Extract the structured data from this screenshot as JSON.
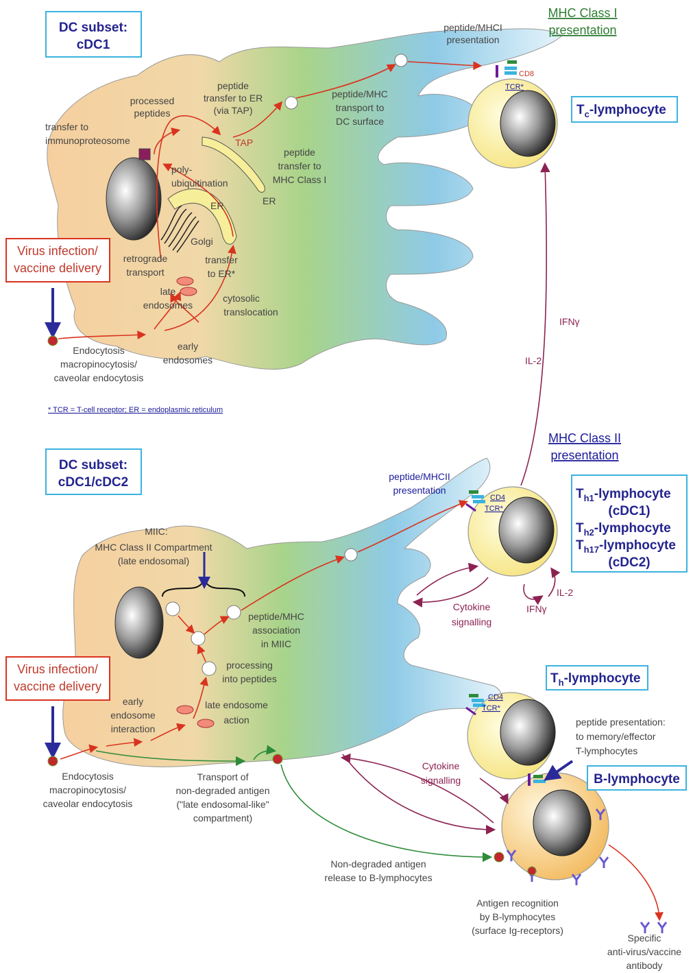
{
  "top": {
    "subset_label": [
      "DC subset:",
      "cDC1"
    ],
    "mhc_title": [
      "MHC Class I",
      "presentation"
    ],
    "infection_box": [
      "Virus infection/",
      "vaccine delivery"
    ],
    "labels": {
      "peptide_mhci_presentation": [
        "peptide/MHCI",
        "presentation"
      ],
      "processed_peptides": [
        "processed",
        "peptides"
      ],
      "peptide_transfer_er": [
        "peptide",
        "transfer to ER",
        "(via TAP)"
      ],
      "peptide_mhc_transport": [
        "peptide/MHC",
        "transport to",
        "DC surface"
      ],
      "transfer_immunoproteosome": [
        "transfer to",
        "immunoproteosome"
      ],
      "tap": "TAP",
      "peptide_transfer_mhc1": [
        "peptide",
        "transfer to",
        "MHC Class I"
      ],
      "er_right": "ER",
      "poly_ubiquitination": [
        "poly-",
        "ubiquitination"
      ],
      "er_inner": "ER",
      "golgi": "Golgi",
      "retrograde": [
        "retrograde",
        "transport"
      ],
      "transfer_er": [
        "transfer",
        "to ER*"
      ],
      "late_endosomes": [
        "late",
        "endosomes"
      ],
      "cytosolic": [
        "cytosolic",
        "translocation"
      ],
      "endocytosis": [
        "Endocytosis",
        "macropinocytosis/",
        "caveolar endocytosis"
      ],
      "early_endosomes": [
        "early",
        "endosomes"
      ]
    },
    "footnote": "* TCR = T-cell receptor; ER = endoplasmic reticulum",
    "cell_title": "T",
    "cell_title_sub": "c",
    "cell_title_rest": "-lymphocyte",
    "cd8": "CD8",
    "tcr": "TCR*"
  },
  "middle": {
    "ifn": "IFNγ",
    "il2": "IL-2"
  },
  "bottom": {
    "subset_label": [
      "DC subset:",
      "cDC1/cDC2"
    ],
    "mhc_title": [
      "MHC Class II",
      "presentation"
    ],
    "infection_box": [
      "Virus infection/",
      "vaccine delivery"
    ],
    "labels": {
      "peptide_mhcii_presentation": [
        "peptide/MHCII",
        "presentation"
      ],
      "miic": [
        "MIIC:",
        "MHC Class II Compartment",
        "(late endosomal)"
      ],
      "peptide_mhc_assoc": [
        "peptide/MHC",
        "association",
        "in MIIC"
      ],
      "processing": [
        "processing",
        "into peptides"
      ],
      "early_interaction": [
        "early",
        "endosome",
        "interaction"
      ],
      "late_action": [
        "late endosome",
        "action"
      ],
      "endocytosis": [
        "Endocytosis",
        "macropinocytosis/",
        "caveolar endocytosis"
      ],
      "transport": [
        "Transport of",
        "non-degraded antigen",
        "(\"late endosomal-like\"",
        "compartment)"
      ],
      "cytokine_signalling_1": [
        "Cytokine",
        "signalling"
      ],
      "ifn_small": "IFNγ",
      "il2_small": "IL-2",
      "cytokine_signalling_2": [
        "Cytokine",
        "signalling"
      ],
      "peptide_presentation": [
        "peptide presentation:",
        "to memory/effector",
        "T-lymphocytes"
      ],
      "non_degraded": [
        "Non-degraded antigen",
        "release to B-lymphocytes"
      ],
      "antigen_recognition": [
        "Antigen recognition",
        "by B-lymphocytes",
        "(surface Ig-receptors)"
      ],
      "specific_antibody": [
        "Specific",
        "anti-virus/vaccine",
        "antibody"
      ]
    },
    "th_box": [
      {
        "main": "T",
        "sub": "h1",
        "rest": "-lymphocyte"
      },
      {
        "main": "",
        "sub": "",
        "rest": "(cDC1)"
      },
      {
        "main": "T",
        "sub": "h2",
        "rest": "-lymphocyte"
      },
      {
        "main": "T",
        "sub": "h17",
        "rest": "-lymphocyte"
      },
      {
        "main": "",
        "sub": "",
        "rest": "(cDC2)"
      }
    ],
    "th_cell_title": {
      "main": "T",
      "sub": "h",
      "rest": "-lymphocyte"
    },
    "b_cell_title": "B-lymphocyte",
    "cd4": "CD4",
    "tcr": "TCR*"
  },
  "colors": {
    "dc_orange": "#f6cf9f",
    "dc_green": "#a8d48a",
    "dc_blue": "#8ecae6",
    "red_arrow": "#d9331f",
    "purple_arrow": "#8b2252",
    "green_arrow": "#2e8b3a",
    "navy_arrow": "#2a2a9a",
    "box_border_cyan": "#3bb3e0",
    "box_border_red": "#d9331f",
    "cell_yellow": "#fff3a8"
  }
}
